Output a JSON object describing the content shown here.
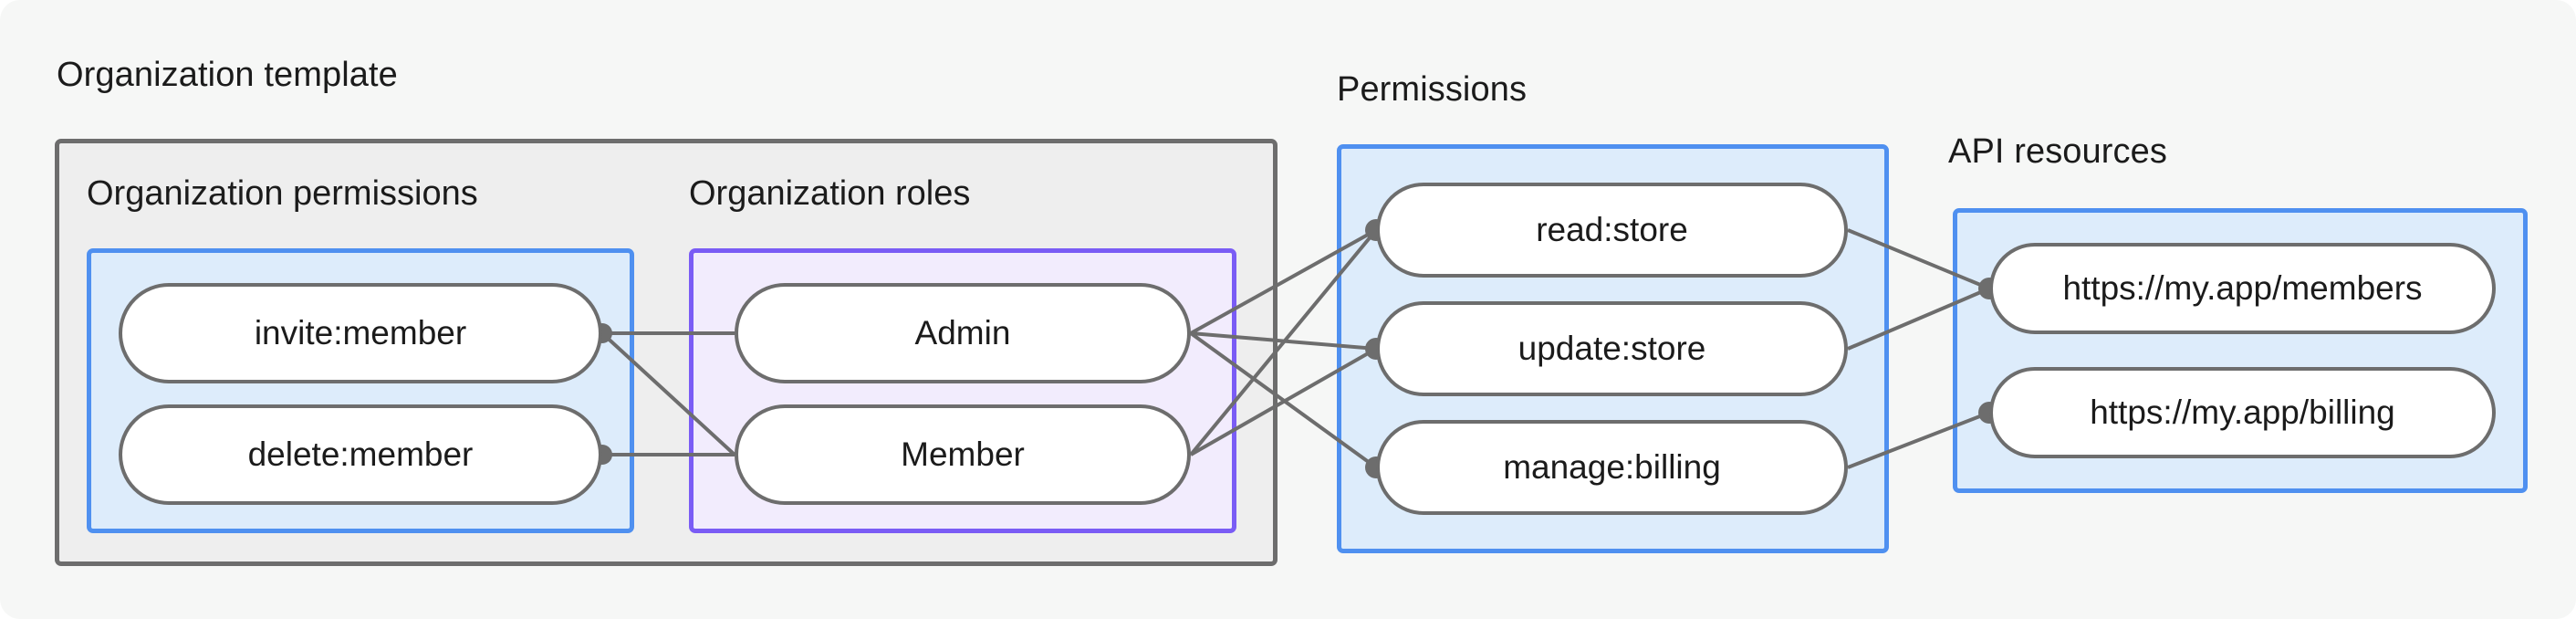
{
  "diagram": {
    "title_groups": {
      "organization_template": "Organization template",
      "permissions": "Permissions",
      "api_resources": "API resources"
    },
    "sub_groups": {
      "organization_permissions": "Organization permissions",
      "organization_roles": "Organization roles"
    },
    "colors": {
      "page_background": "#f6f7f6",
      "template_box_fill": "#eeeeee",
      "template_box_border": "#6d6d6d",
      "blue_box_fill": "#ddecfb",
      "blue_box_border": "#4f90f0",
      "purple_box_fill": "#f2ecfd",
      "purple_box_border": "#7a5cf5",
      "node_fill": "#ffffff",
      "node_border": "#6d6d6d",
      "edge_stroke": "#6d6d6d",
      "text": "#1b1b1b"
    }
  },
  "nodes": {
    "organization_permissions": [
      {
        "id": "invite-member",
        "label": "invite:member"
      },
      {
        "id": "delete-member",
        "label": "delete:member"
      }
    ],
    "organization_roles": [
      {
        "id": "admin",
        "label": "Admin"
      },
      {
        "id": "member",
        "label": "Member"
      }
    ],
    "permissions": [
      {
        "id": "read-store",
        "label": "read:store"
      },
      {
        "id": "update-store",
        "label": "update:store"
      },
      {
        "id": "manage-billing",
        "label": "manage:billing"
      }
    ],
    "api_resources": [
      {
        "id": "members-url",
        "label": "https://my.app/members"
      },
      {
        "id": "billing-url",
        "label": "https://my.app/billing"
      }
    ]
  },
  "edges": [
    {
      "from": "invite-member",
      "to": "admin"
    },
    {
      "from": "invite-member",
      "to": "member"
    },
    {
      "from": "delete-member",
      "to": "member"
    },
    {
      "from": "admin",
      "to": "read-store"
    },
    {
      "from": "admin",
      "to": "update-store"
    },
    {
      "from": "admin",
      "to": "manage-billing"
    },
    {
      "from": "member",
      "to": "read-store"
    },
    {
      "from": "member",
      "to": "update-store"
    },
    {
      "from": "read-store",
      "to": "members-url"
    },
    {
      "from": "update-store",
      "to": "members-url"
    },
    {
      "from": "manage-billing",
      "to": "billing-url"
    }
  ]
}
